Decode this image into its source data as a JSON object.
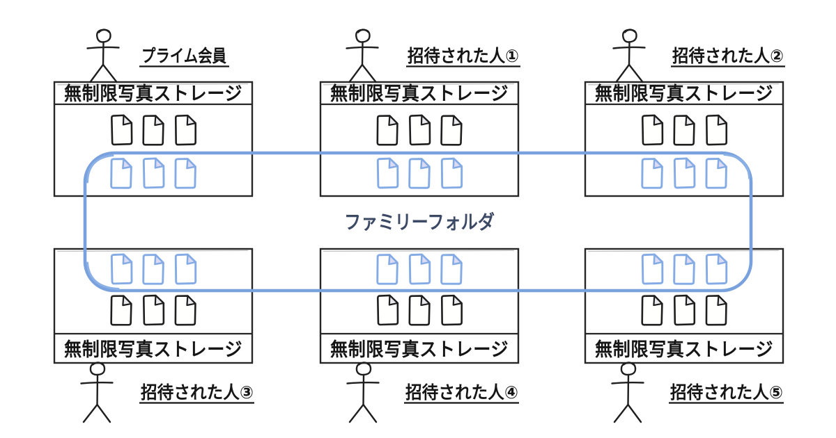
{
  "diagram": {
    "center_label": "ファミリーフォルダ",
    "storage_label": "無制限写真ストレージ",
    "members": [
      {
        "label": "プライム会員",
        "position": "top-left",
        "role": "owner",
        "emphasis": "bold-underline"
      },
      {
        "label": "招待された人①",
        "position": "top-center",
        "role": "invitee",
        "emphasis": "underline"
      },
      {
        "label": "招待された人②",
        "position": "top-right",
        "role": "invitee",
        "emphasis": "underline"
      },
      {
        "label": "招待された人③",
        "position": "bottom-left",
        "role": "invitee",
        "emphasis": "underline"
      },
      {
        "label": "招待された人④",
        "position": "bottom-center",
        "role": "invitee",
        "emphasis": "underline"
      },
      {
        "label": "招待された人⑤",
        "position": "bottom-right",
        "role": "invitee",
        "emphasis": "underline"
      }
    ],
    "docs_per_box": {
      "personal_black_docs": 3,
      "shared_blue_docs": 3
    },
    "icons": [
      "stick-figure-icon",
      "document-icon-black",
      "document-icon-blue",
      "shared-folder-loop"
    ],
    "colors": {
      "ink": "#1e1e1e",
      "loop_blue": "#79a1dd",
      "doc_blue": "#85abe5",
      "doc_fold_lavender": "#dcdbf4",
      "doc_fold_gray": "#e9e9ee",
      "center_label_navy": "#3c4964",
      "background": "#ffffff"
    }
  }
}
